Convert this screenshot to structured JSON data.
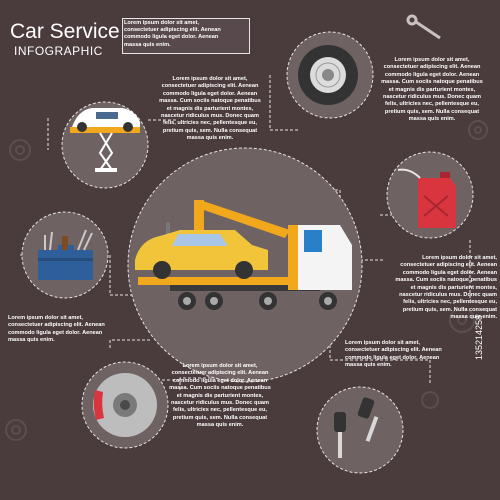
{
  "header": {
    "title": "Car Service",
    "subtitle": "INFOGRAPHIC",
    "box_text": "Lorem ipsum dolor sit amet,\nconsectetuer adipiscing elit. Aenean\ncommodo ligula eget dolor. Aenean\nmassa quis enim."
  },
  "blocks": {
    "top_left": "Lorem ipsum dolor sit amet,\nconsectetuer adipiscing elit. Aenean\ncommodo ligula eget dolor. Aenean\nmassa. Cum sociis natoque penatibus\net magnis dis parturient montes,\nnascetur ridiculus mus. Donec quam\nfelis, ultricies nec, pellentesque eu,\npretium quis, sem. Nulla consequat\nmassa quis enim.",
    "top_right": "Lorem ipsum dolor sit amet,\nconsectetuer adipiscing elit. Aenean\ncommodo ligula eget dolor. Aenean\nmassa. Cum sociis natoque penatibus\net magnis dis parturient montes,\nnascetur ridiculus mus. Donec quam\nfelis, ultricies nec, pellentesque eu,\npretium quis, sem. Nulla consequat\nmassa quis enim.",
    "mid_right": "Lorem ipsum dolor sit amet,\nconsectetuer adipiscing elit. Aenean\ncommodo ligula eget dolor. Aenean\nmassa. Cum sociis natoque penatibus\net magnis dis parturient montes,\nnascetur ridiculus mus. Donec quam\nfelis, ultricies nec, pellentesque eu,\npretium quis, sem. Nulla consequat\nmassa quis enim.",
    "left": "Lorem ipsum dolor sit amet,\nconsectetuer adipiscing elit. Aenean\ncommodo ligula eget dolor. Aenean\nmassa quis enim.",
    "right_short": "Lorem ipsum dolor sit amet,\nconsectetuer adipiscing elit. Aenean\ncommodo ligula eget dolor. Aenean\nmassa quis enim.",
    "bottom_center": "Lorem ipsum dolor sit amet,\nconsectetuer adipiscing elit. Aenean\ncommodo ligula eget dolor. Aenean\nmassa. Cum sociis natoque penatibus\net magnis dis parturient montes,\nnascetur ridiculus mus. Donec quam\nfelis, ultricies nec, pellentesque eu,\npretium quis, sem. Nulla consequat\nmassa quis enim."
  },
  "stock_id": "135214258",
  "colors": {
    "background": "#4a3b3d",
    "circle": "#6e6263",
    "accent": "#f2a81d",
    "fuel": "#d9353f"
  }
}
